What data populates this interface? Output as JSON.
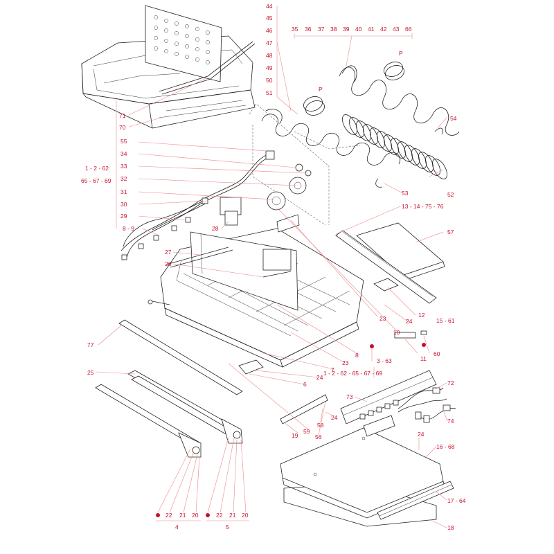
{
  "diagram": {
    "labels": {
      "top_column": [
        "44",
        "45",
        "46",
        "47",
        "48",
        "49",
        "50",
        "51"
      ],
      "top_row": [
        "35",
        "36",
        "37",
        "38",
        "39",
        "40",
        "41",
        "42",
        "43",
        "66"
      ],
      "p_marker": "P",
      "left_column": [
        "1 - 2 - 62",
        "65 - 67 - 69",
        "55",
        "34",
        "33",
        "32",
        "31",
        "30",
        "29",
        "8 - 9",
        "28",
        "27",
        "26"
      ],
      "misc": {
        "l71": "71",
        "l70": "70",
        "l54": "54",
        "l53": "53",
        "l52": "52",
        "l13": "13 - 14 - 75 - 76",
        "l57": "57",
        "l77": "77",
        "l12": "12",
        "l24a": "24",
        "l23a": "23",
        "l10": "10",
        "l15": "15 - 61",
        "l60": "60",
        "l11": "11",
        "l8": "8",
        "l23b": "23",
        "l7": "7",
        "l24b": "24",
        "l6": "6",
        "l3": "3 - 63",
        "l1b": "1 - 2 - 62 - 65 - 67 - 69",
        "l25": "25",
        "l72": "72",
        "l73": "73",
        "l74": "74",
        "l58": "58",
        "l24c": "24",
        "l59": "59",
        "l56": "56",
        "l19": "19",
        "l24d": "24",
        "l16": "16 - 68",
        "l17": "17 - 64",
        "l18": "18",
        "l22a": "22",
        "l21a": "21",
        "l20a": "20",
        "l22b": "22",
        "l21b": "21",
        "l20b": "20",
        "l4": "4",
        "l5": "5"
      }
    }
  }
}
